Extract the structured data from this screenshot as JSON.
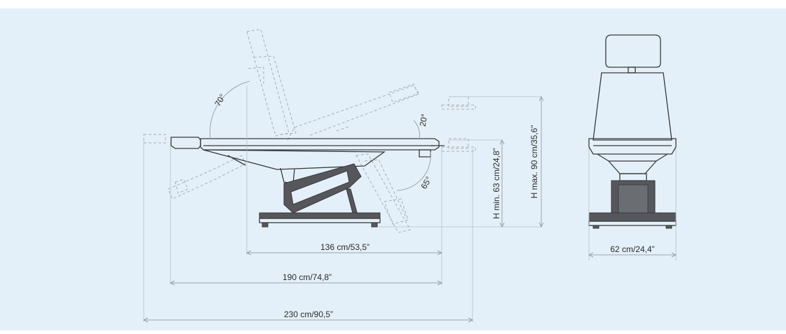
{
  "diagram": {
    "background_color": "#e4f0f9",
    "line_color": "#3a3a3a",
    "ghost_color": "#a7aeb5",
    "dimension_color": "#9aa3ad",
    "angles": {
      "backrest_tilt": "70°",
      "leg_tilt": "20°",
      "leg_drop": "65°"
    },
    "dimensions": {
      "length_base": "136 cm/53,5”",
      "length_flat": "190 cm/74,8”",
      "length_total": "230 cm/90,5”",
      "height_min": "H min. 63 cm/24,8”",
      "height_max": "H max. 90 cm/35,6”",
      "width": "62 cm/24,4”"
    }
  }
}
